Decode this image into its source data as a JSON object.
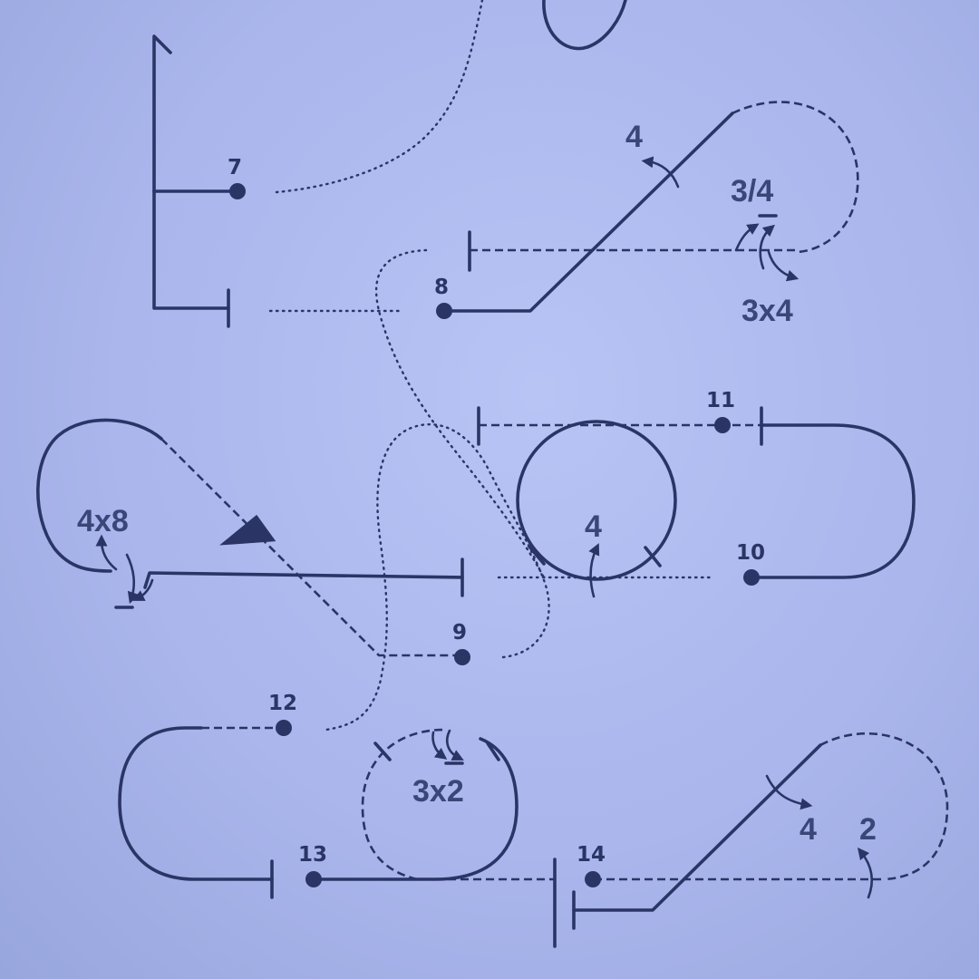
{
  "stations": [
    {
      "number": "7"
    },
    {
      "number": "8"
    },
    {
      "number": "9"
    },
    {
      "number": "10"
    },
    {
      "number": "11"
    },
    {
      "number": "12"
    },
    {
      "number": "13"
    },
    {
      "number": "14"
    }
  ],
  "labels": {
    "top_turn": "4",
    "top_fraction": "3/4",
    "top_snap": "3x4",
    "left_snap": "4x8",
    "mid_circle": "4",
    "bottom_snap": "3x2",
    "bottom_right_a": "4",
    "bottom_right_b": "2"
  },
  "colors": {
    "paper": "#aab6ec",
    "ink": "#2a3566"
  }
}
